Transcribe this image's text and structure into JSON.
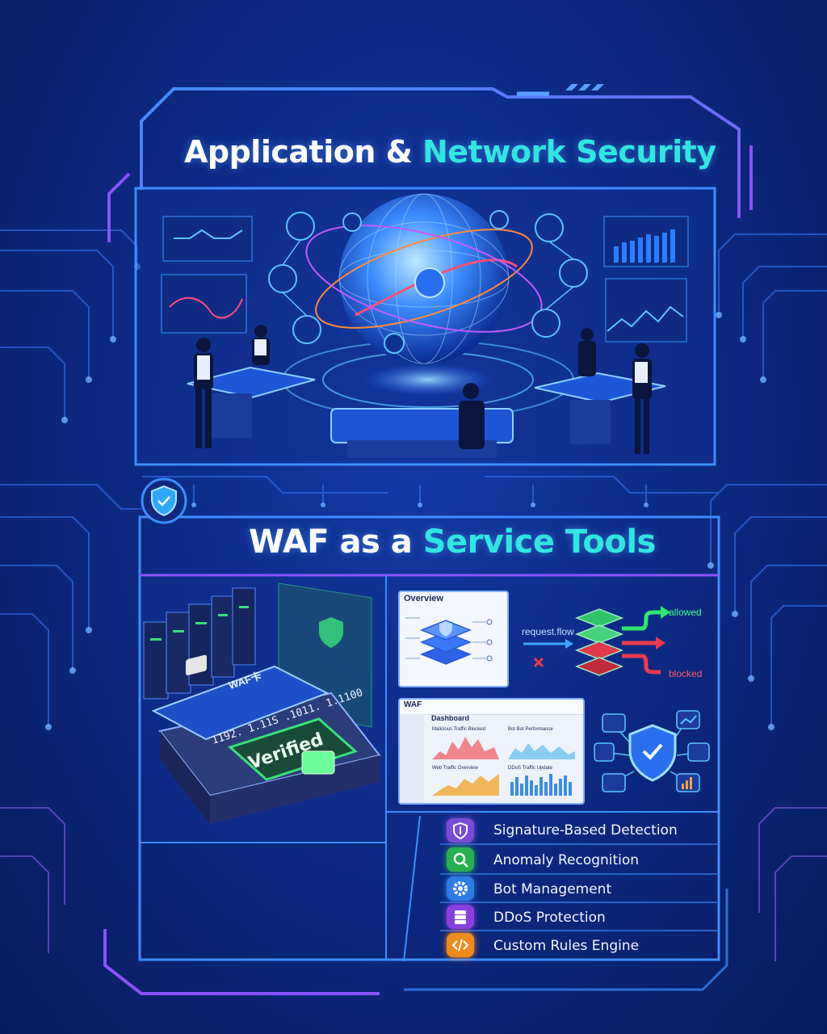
{
  "hero": {
    "title_part1": "Application & ",
    "title_part2": "Network Security"
  },
  "waf_section": {
    "title_part1": "WAF as a ",
    "title_part2": "Service Tools",
    "shield_badge_icon": "shield-check-icon"
  },
  "card_illustration": {
    "card_brand": "WAF卡",
    "card_number": "1192. 1.11S .1011. 1.1100",
    "verified_label": "Verified"
  },
  "overview_panel": {
    "title": "Overview"
  },
  "request_flow": {
    "label": "request.flow",
    "allowed_label": "allowed",
    "blocked_label": "blocked",
    "colors": {
      "allowed": "#2ee86a",
      "blocked": "#f03a4a"
    }
  },
  "dashboard": {
    "app_label": "WAF",
    "title": "Dashboard",
    "widgets": [
      {
        "title": "Malicious Traffic Blocked"
      },
      {
        "title": "Bot Bot Performance"
      },
      {
        "title": "Web Traffic Overview"
      },
      {
        "title": "DDoS Traffic Update"
      }
    ]
  },
  "features": [
    {
      "label": "Signature-Based Detection",
      "icon": "shield-icon",
      "color": "#7a4bd8"
    },
    {
      "label": "Anomaly Recognition",
      "icon": "search-icon",
      "color": "#27b04f"
    },
    {
      "label": "Bot Management",
      "icon": "gear-icon",
      "color": "#2f7be6"
    },
    {
      "label": "DDoS Protection",
      "icon": "server-icon",
      "color": "#8a3fe0"
    },
    {
      "label": "Custom Rules Engine",
      "icon": "code-icon",
      "color": "#f08a1c"
    }
  ],
  "colors": {
    "background": "#0c2a86",
    "accent_cyan": "#2fe6e0",
    "frame_blue": "#3f8dff",
    "frame_purple": "#8a52ff"
  }
}
